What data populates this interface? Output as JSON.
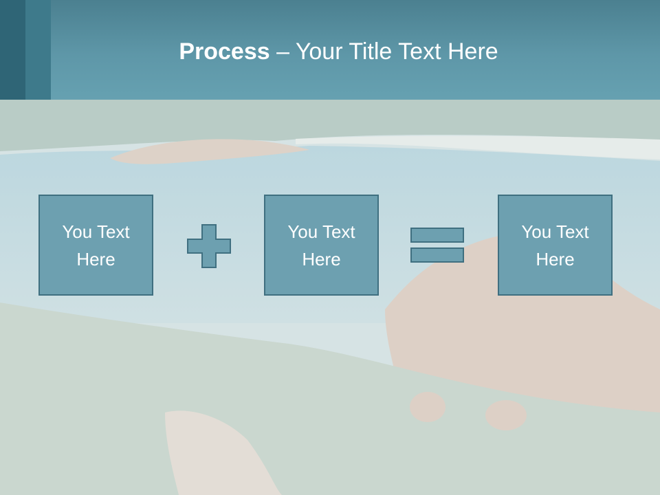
{
  "title": {
    "bold": "Process",
    "rest": " – Your Title Text Here"
  },
  "boxes": [
    {
      "text": "You Text Here"
    },
    {
      "text": "You Text Here"
    },
    {
      "text": "You Text Here"
    }
  ],
  "operators": {
    "first": "plus-icon",
    "second": "equals-icon"
  },
  "colors": {
    "header": "#5e97a8",
    "box_fill": "#6da0b0",
    "box_border": "#3f6f80",
    "text": "#ffffff"
  }
}
